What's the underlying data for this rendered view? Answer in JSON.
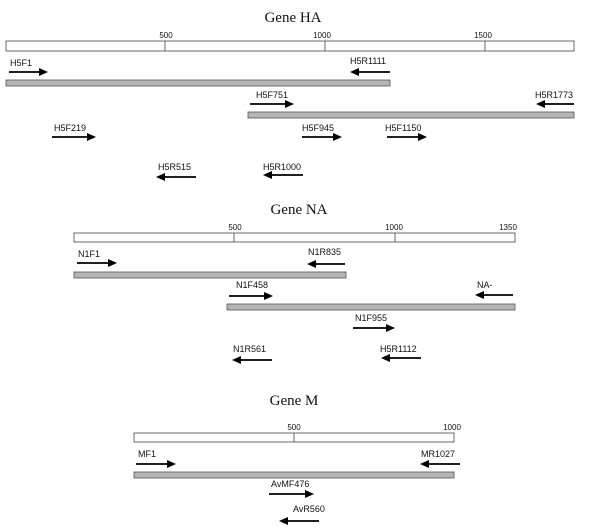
{
  "colors": {
    "amplicon_fill": "#b5b5b5",
    "arrow": "#000000",
    "scale_bar": "#ffffff"
  },
  "panels": [
    {
      "id": "ha",
      "title": "Gene HA",
      "ticks": [
        "500",
        "1000",
        "1500"
      ],
      "primers": [
        {
          "name": "H5F1",
          "dir": "forward"
        },
        {
          "name": "H5R1111",
          "dir": "reverse"
        },
        {
          "name": "H5F751",
          "dir": "forward"
        },
        {
          "name": "H5R1773",
          "dir": "reverse"
        },
        {
          "name": "H5F219",
          "dir": "forward"
        },
        {
          "name": "H5F945",
          "dir": "forward"
        },
        {
          "name": "H5F1150",
          "dir": "forward"
        },
        {
          "name": "H5R515",
          "dir": "reverse"
        },
        {
          "name": "H5R1000",
          "dir": "reverse"
        }
      ]
    },
    {
      "id": "na",
      "title": "Gene NA",
      "ticks": [
        "500",
        "1000",
        "1350"
      ],
      "primers": [
        {
          "name": "N1F1",
          "dir": "forward"
        },
        {
          "name": "N1R835",
          "dir": "reverse"
        },
        {
          "name": "N1F458",
          "dir": "forward"
        },
        {
          "name": "NA-",
          "dir": "reverse"
        },
        {
          "name": "N1F955",
          "dir": "forward"
        },
        {
          "name": "N1R561",
          "dir": "reverse"
        },
        {
          "name": "H5R1112",
          "dir": "reverse"
        }
      ]
    },
    {
      "id": "m",
      "title": "Gene M",
      "ticks": [
        "500",
        "1000"
      ],
      "primers": [
        {
          "name": "MF1",
          "dir": "forward"
        },
        {
          "name": "MR1027",
          "dir": "reverse"
        },
        {
          "name": "AvMF476",
          "dir": "forward"
        },
        {
          "name": "AvR560",
          "dir": "reverse"
        }
      ]
    }
  ]
}
